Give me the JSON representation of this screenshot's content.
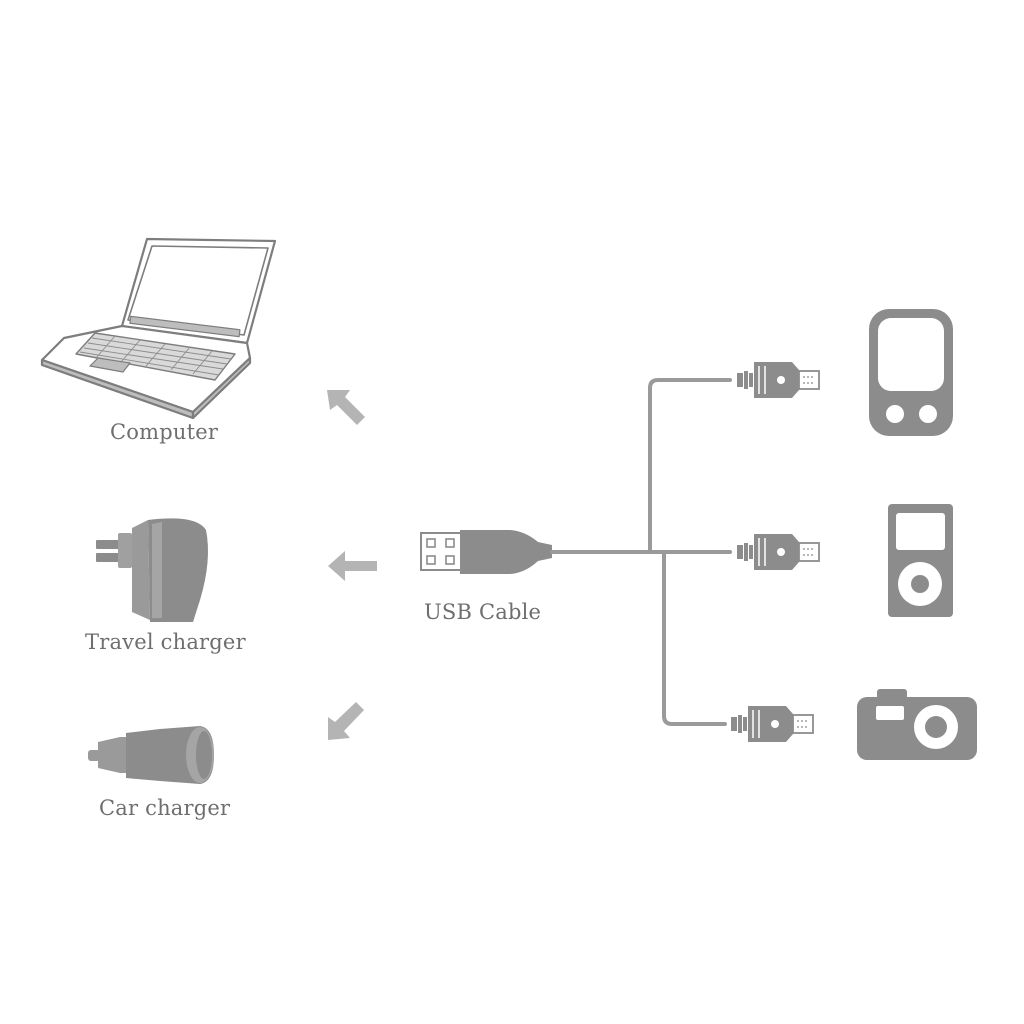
{
  "labels": {
    "computer": "Computer",
    "travel_charger": "Travel charger",
    "car_charger": "Car charger",
    "usb_cable": "USB Cable"
  },
  "colors": {
    "icon_gray": "#8c8c8c",
    "arrow_gray": "#b4b4b4",
    "outline_gray": "#7d7d7d",
    "text_gray": "#6e6e6e",
    "background": "#ffffff"
  },
  "icons": {
    "sources": [
      "laptop-icon",
      "wall-plug-icon",
      "car-charger-icon"
    ],
    "arrows": [
      "arrow-up-left-icon",
      "arrow-left-icon",
      "arrow-down-left-icon"
    ],
    "devices": [
      "mobile-phone-icon",
      "mp3-player-icon",
      "camera-icon"
    ]
  }
}
